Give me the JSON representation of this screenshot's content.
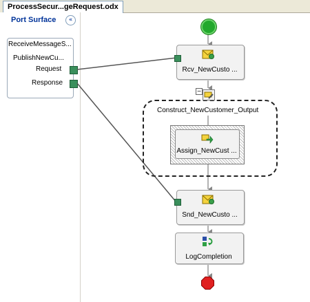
{
  "document_tab": {
    "title": "ProcessSecur...geRequest.odx"
  },
  "port_surface": {
    "title": "Port Surface",
    "collapse_glyph": "«",
    "port": {
      "name": "ReceiveMessageS...",
      "operation": "PublishNewCu...",
      "messages": [
        "Request",
        "Response"
      ]
    }
  },
  "orchestration": {
    "shapes": {
      "receive": {
        "label": "Rcv_NewCusto ...",
        "icon": "receive-envelope-icon"
      },
      "construct": {
        "label": "Construct_NewCustomer_Output",
        "icon": "construct-message-icon",
        "collapse_glyph": "−"
      },
      "assign": {
        "label": "Assign_NewCust ...",
        "icon": "message-assignment-icon"
      },
      "send": {
        "label": "Snd_NewCusto ...",
        "icon": "send-envelope-icon"
      },
      "expression": {
        "label": "LogCompletion",
        "icon": "expression-icon"
      }
    },
    "start_icon": "start-circle-icon",
    "end_icon": "end-octagon-icon"
  },
  "colors": {
    "port_handle": "#3a8f5c",
    "title_blue": "#003399",
    "start_green": "#22a82c",
    "end_red": "#e02020",
    "envelope_yellow": "#f4d33e"
  }
}
